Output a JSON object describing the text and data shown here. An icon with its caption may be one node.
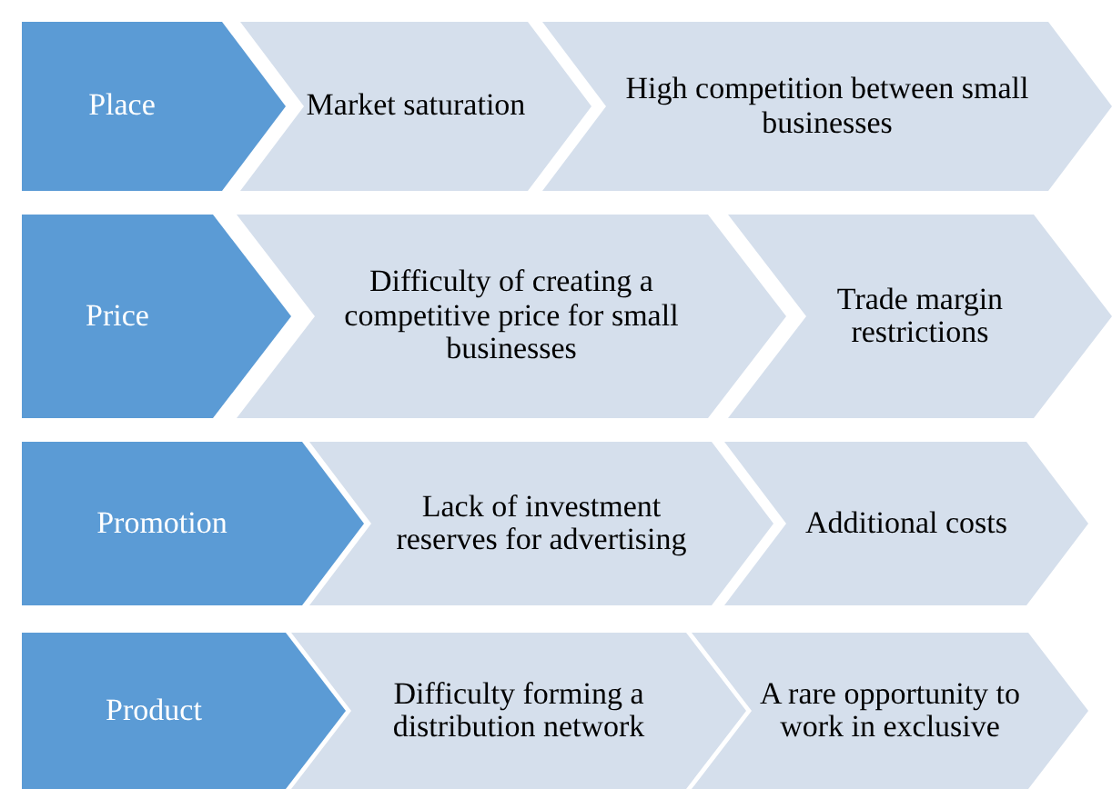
{
  "diagram": {
    "nodes": [
      {
        "text": [
          "Place"
        ]
      },
      {
        "text": [
          "Market saturation"
        ]
      },
      {
        "text": [
          "High competition between small businesses"
        ]
      },
      {
        "text": [
          "Price"
        ]
      },
      {
        "text": [
          "Difficulty of creating a competitive price for small businesses"
        ]
      },
      {
        "text": [
          "Trade margin restrictions"
        ]
      },
      {
        "text": [
          "Promotion"
        ]
      },
      {
        "text": [
          "Lack of investment reserves for advertising"
        ]
      },
      {
        "text": [
          "Additional costs"
        ]
      },
      {
        "text": [
          "Product"
        ]
      },
      {
        "text": [
          "Difficulty forming a distribution network"
        ]
      },
      {
        "text": [
          "A rare opportunity to work in exclusive"
        ]
      }
    ]
  }
}
